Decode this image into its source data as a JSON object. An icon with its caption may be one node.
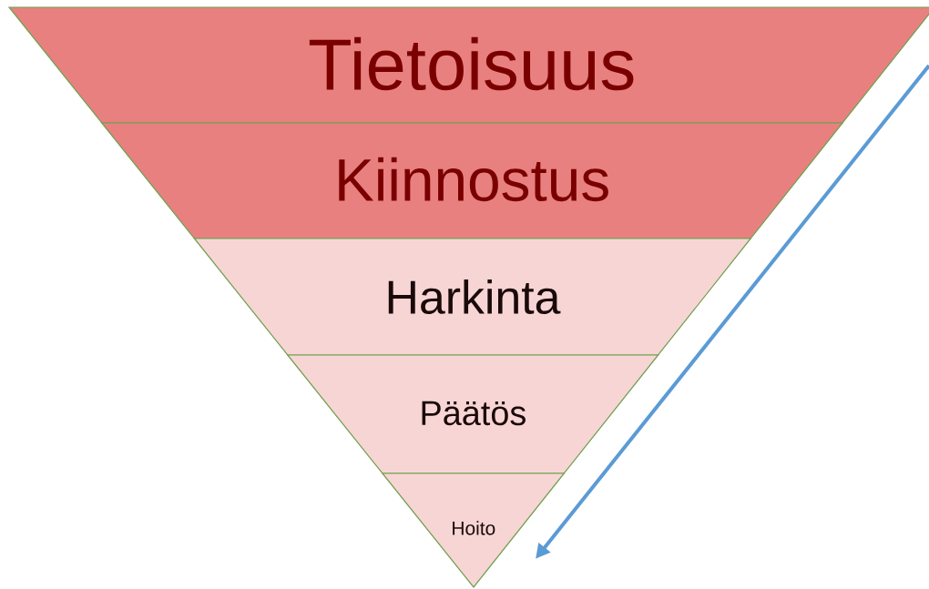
{
  "diagram": {
    "nodes": [
      {
        "text": [
          "Tietoisuus"
        ]
      },
      {
        "text": [
          "Kiinnostus"
        ]
      },
      {
        "text": [
          "Harkinta"
        ]
      },
      {
        "text": [
          "Päätös"
        ]
      },
      {
        "text": [
          "Hoito"
        ]
      }
    ]
  }
}
